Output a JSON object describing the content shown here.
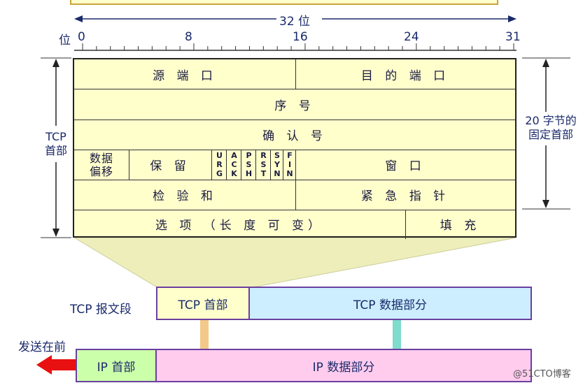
{
  "ruler": {
    "width_label": "32 位",
    "bit_label": "位",
    "ticks": [
      "0",
      "8",
      "16",
      "24",
      "31"
    ]
  },
  "header": {
    "rows": [
      [
        "源 端 口",
        "目 的 端 口"
      ],
      [
        "序 号"
      ],
      [
        "确 认 号"
      ],
      [
        "数据\n偏移",
        "保 留",
        "窗 口"
      ],
      [
        "检 验 和",
        "紧 急 指 针"
      ],
      [
        "选 项 （长 度 可 变）",
        "填 充"
      ]
    ],
    "offset_line1": "数据",
    "offset_line2": "偏移",
    "flags": [
      "URG",
      "ACK",
      "PSH",
      "RST",
      "SYN",
      "FIN"
    ]
  },
  "left_label": {
    "line1": "TCP",
    "line2": "首部"
  },
  "right_label": {
    "line1": "20 字节的",
    "line2": "固定首部"
  },
  "segment": {
    "label": "TCP 报文段",
    "header": "TCP 首部",
    "data": "TCP 数据部分"
  },
  "packet": {
    "send_first": "发送在前",
    "header": "IP 首部",
    "data": "IP 数据部分"
  },
  "watermark": "@51CTO博客",
  "colors": {
    "header_fill": "#ffffcc",
    "tcp_header_fill": "#ffffcc",
    "tcp_data_fill": "#cceeff",
    "ip_header_fill": "#ccffaa",
    "ip_data_fill": "#ffccee",
    "arrow_red": "#e81010",
    "funnel": "#eeeebb"
  }
}
